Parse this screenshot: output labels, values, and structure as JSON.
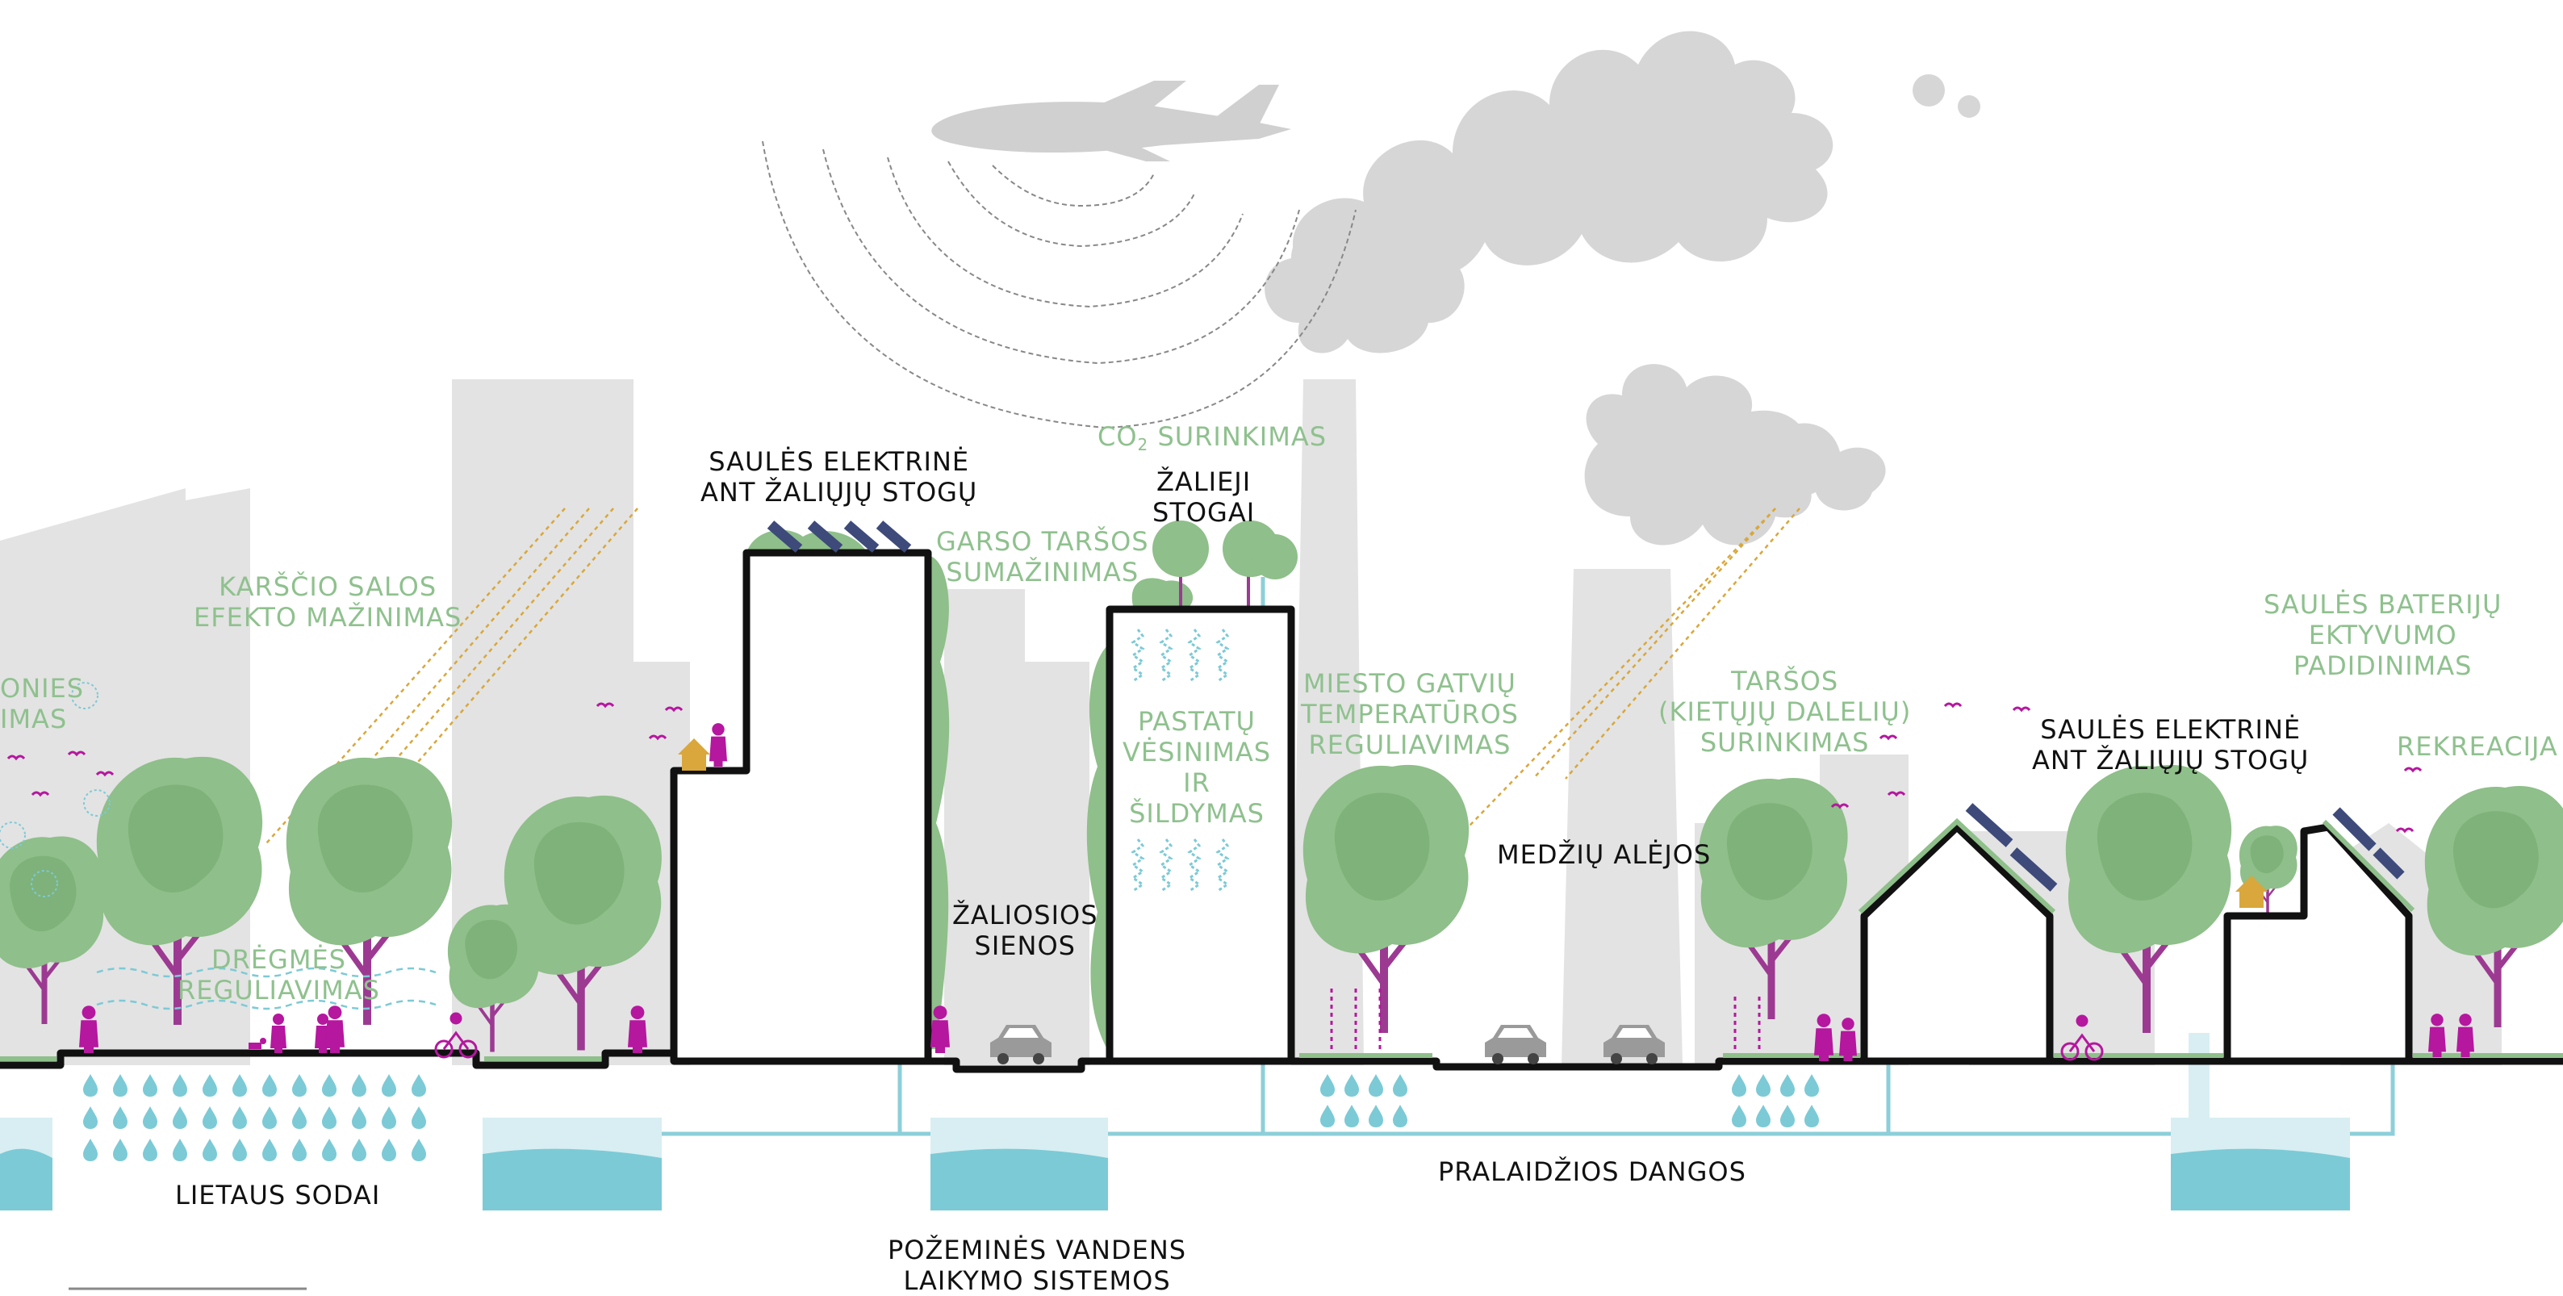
{
  "colors": {
    "building_gray": "#e3e3e3",
    "smoke_gray": "#d6d6d6",
    "tree_green": "#8fbf8a",
    "tree_dark": "#6fa66e",
    "water_blue": "#7ccad6",
    "water_light": "#d8eef2",
    "pipe_blue": "#8ccfd9",
    "people_magenta": "#b5179e",
    "label_green": "#8fc18e",
    "label_black": "#111111",
    "ground_black": "#111111",
    "panel_navy": "#3d4a7a",
    "sun_ray": "#d9a73b"
  },
  "labels": {
    "karscio": [
      "KARŠČIO SALOS",
      "EFEKTO MAŽINIMAS"
    ],
    "onies": [
      "ONIES",
      "IMAS"
    ],
    "dregmes": [
      "DRĖGMĖS",
      "REGULIAVIMAS"
    ],
    "saules_elektrine_1": [
      "SAULĖS ELEKTRINĖ",
      "ANT ŽALIŲJŲ STOGŲ"
    ],
    "garso": [
      "GARSO TARŠOS",
      "SUMAŽINIMAS"
    ],
    "co2_main": "CO",
    "co2_sub": "2",
    "co2_rest": " SURINKIMAS",
    "zalieji_stogai": [
      "ŽALIEJI",
      "STOGAI"
    ],
    "pastatu": [
      "PASTATŲ",
      "VĖSINIMAS",
      "IR",
      "ŠILDYMAS"
    ],
    "zaliosios_sienos": [
      "ŽALIOSIOS",
      "SIENOS"
    ],
    "miesto_gatviu": [
      "MIESTO GATVIŲ",
      "TEMPERATŪROS",
      "REGULIAVIMAS"
    ],
    "medziu_aleja": "MEDŽIŲ ALĖJOS",
    "tarsos": [
      "TARŠOS",
      "(KIETŲJŲ DALELIŲ)",
      "SURINKIMAS"
    ],
    "saules_baterij": [
      "SAULĖS BATERIJŲ",
      "EKTYVUMO",
      "PADIDINIMAS"
    ],
    "saules_elektrine_2": [
      "SAULĖS ELEKTRINĖ",
      "ANT ŽALIŲJŲ STOGŲ"
    ],
    "rekreacija": "REKREACIJA",
    "lietaus_sodai": "LIETAUS SODAI",
    "pozemines": [
      "POŽEMINĖS VANDENS",
      "LAIKYMO SISTEMOS"
    ],
    "pralaidzios": "PRALAIDŽIOS DANGOS"
  },
  "icons": [
    "airplane-icon",
    "tree-icon",
    "person-icon",
    "cyclist-icon",
    "car-icon",
    "solar-panel-icon",
    "bird-icon",
    "water-drop-icon",
    "beehive-icon",
    "dog-icon",
    "sun-ray-icon",
    "smoke-cloud-icon"
  ]
}
